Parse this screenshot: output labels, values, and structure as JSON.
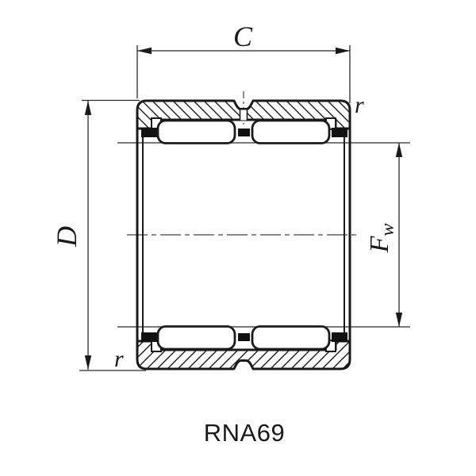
{
  "title": {
    "part_number": "RNA69"
  },
  "diagram": {
    "type": "needle-roller-bearing-cross-section",
    "labels": {
      "width_dimension": "C",
      "outer_diameter_dimension": "D",
      "raceway_dimension_main": "F",
      "raceway_dimension_subscript": "w",
      "chamfer_top_right": "r",
      "chamfer_bottom_left": "r"
    },
    "colors": {
      "line": "#1a1a1a",
      "dimension_line": "#2a2a2a",
      "centerline": "#444444",
      "background": "#ffffff",
      "text": "#1a1a1a"
    }
  }
}
